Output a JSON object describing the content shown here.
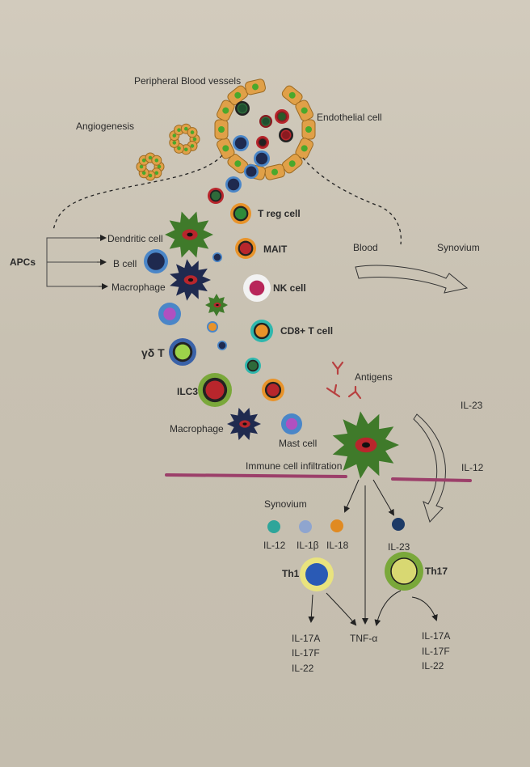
{
  "labels": {
    "peripheral_vessels": "Peripheral Blood vessels",
    "endothelial": "Endothelial cell",
    "angiogenesis": "Angiogenesis",
    "apcs": "APCs",
    "dendritic": "Dendritic cell",
    "bcell": "B cell",
    "macrophage_left": "Macrophage",
    "treg": "T reg cell",
    "mait": "MAIT",
    "nk": "NK cell",
    "cd8": "CD8+ T cell",
    "gdt": "γδ T",
    "ilc3": "ILC3",
    "macrophage_bottom": "Macrophage",
    "mast": "Mast cell",
    "antigens": "Antigens",
    "blood": "Blood",
    "synovium_top": "Synovium",
    "il23_right": "IL-23",
    "il12_right": "IL-12",
    "infiltration": "Immune cell infiltration",
    "synovium_bottom": "Synovium",
    "il12": "IL-12",
    "il1b": "IL-1β",
    "il18": "IL-18",
    "il23": "IL-23",
    "th1": "Th1",
    "th17": "Th17",
    "tnf": "TNF-α",
    "left_out": [
      "IL-17A",
      "IL-17F",
      "IL-22"
    ],
    "right_out": [
      "IL-17A",
      "IL-17F",
      "IL-22"
    ]
  },
  "colors": {
    "background": "#c9c2b4",
    "endothelial": "#e0a048",
    "nucleus_green": "#4aa82c",
    "dendritic_green": "#3f7a2a",
    "macrophage_navy": "#1f2a4f",
    "nucleus_red": "#b8262c",
    "treg_orange": "#e8932a",
    "cd8_teal": "#2fb7ad",
    "bcell_blue": "#3a78b8",
    "mast_purple": "#b050c0",
    "th1_ring": "#e8e27a",
    "th1_core": "#2a5ab0",
    "th17_ring": "#7aa83a",
    "th17_core": "#d8d870",
    "infiltration_line": "#9c3f6a"
  },
  "icons": [
    "endothelial-cell-icon",
    "dendritic-cell-icon",
    "macrophage-icon",
    "lymphocyte-icon",
    "antigen-icon",
    "cytokine-dot-icon",
    "arrow-icon"
  ]
}
